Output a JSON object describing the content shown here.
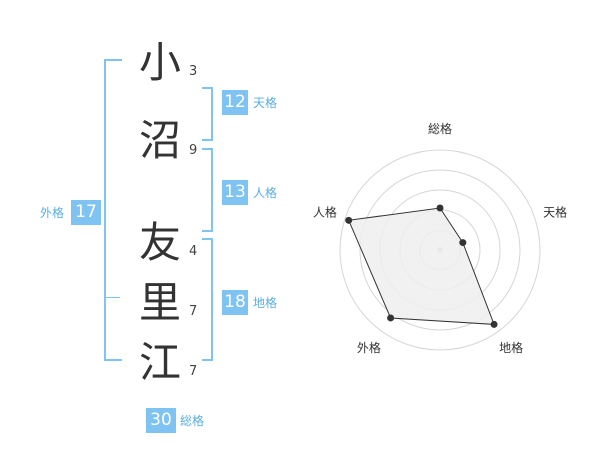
{
  "name_chars": [
    {
      "char": "小",
      "strokes": "3"
    },
    {
      "char": "沼",
      "strokes": "9"
    },
    {
      "char": "友",
      "strokes": "4"
    },
    {
      "char": "里",
      "strokes": "7"
    },
    {
      "char": "江",
      "strokes": "7"
    }
  ],
  "fortunes": {
    "tenkaku": {
      "label": "天格",
      "value": "12"
    },
    "jinkaku": {
      "label": "人格",
      "value": "13"
    },
    "chikaku": {
      "label": "地格",
      "value": "18"
    },
    "gaikaku": {
      "label": "外格",
      "value": "17"
    },
    "soukaku": {
      "label": "総格",
      "value": "30"
    }
  },
  "colors": {
    "accent": "#7fc3f2",
    "accent_text": "#5aaee3",
    "radar_fill": "#efefef",
    "radar_line": "#333333"
  },
  "chart_data": {
    "type": "radar",
    "axes": [
      "総格",
      "天格",
      "地格",
      "外格",
      "人格"
    ],
    "values": [
      2.1,
      1.2,
      4.6,
      4.2,
      4.8
    ],
    "max": 5,
    "rings": 5
  }
}
